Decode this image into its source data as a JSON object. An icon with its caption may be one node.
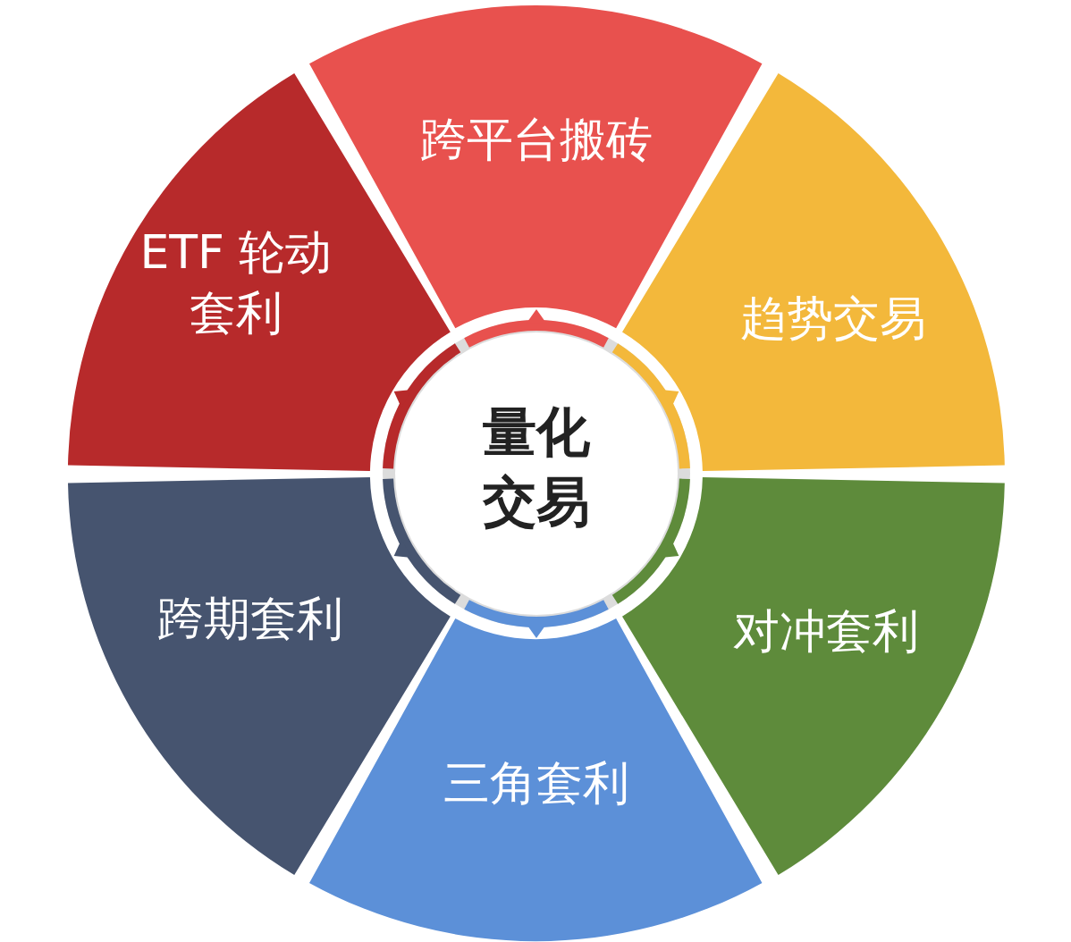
{
  "diagram": {
    "nodes": [
      {
        "text": [
          "跨平台搬砖"
        ]
      },
      {
        "text": [
          "ETF 轮动套利"
        ]
      },
      {
        "text": [
          "趋势交易"
        ]
      },
      {
        "text": [
          "量化交易"
        ]
      },
      {
        "text": [
          "跨期套利"
        ]
      },
      {
        "text": [
          "对冲套利"
        ]
      },
      {
        "text": [
          "三角套利"
        ]
      }
    ]
  }
}
